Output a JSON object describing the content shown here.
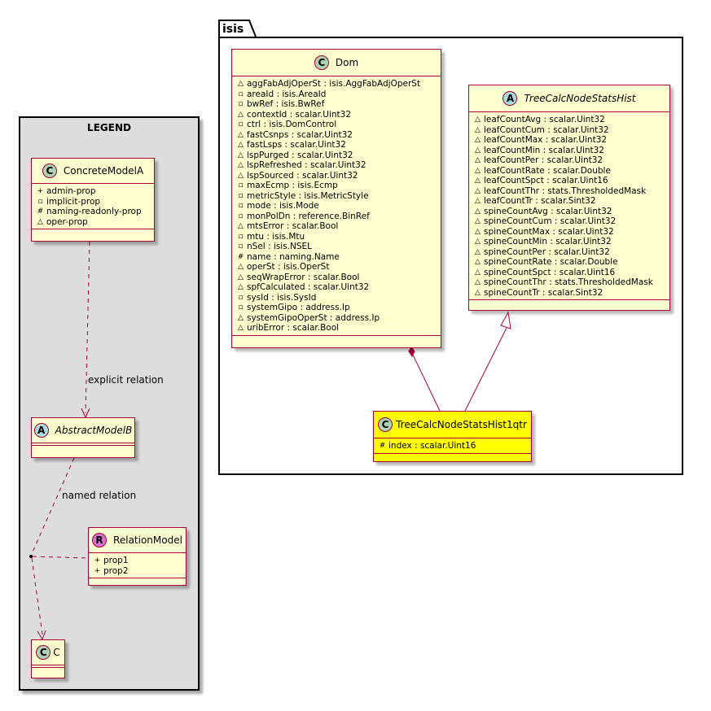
{
  "package": {
    "name": "isis"
  },
  "legend": {
    "title": "LEGEND",
    "concrete": {
      "name": "ConcreteModelA",
      "badge": "C",
      "attrs": [
        {
          "vis": "+",
          "text": "admin-prop"
        },
        {
          "vis": "▫",
          "text": "implicit-prop"
        },
        {
          "vis": "#",
          "text": "naming-readonly-prop"
        },
        {
          "vis": "△",
          "text": "oper-prop"
        }
      ]
    },
    "abstract": {
      "name": "AbstractModelB",
      "badge": "A"
    },
    "relation_model": {
      "name": "RelationModel",
      "badge": "R",
      "attrs": [
        {
          "vis": "+",
          "text": "prop1"
        },
        {
          "vis": "+",
          "text": "prop2"
        }
      ]
    },
    "c": {
      "name": "C",
      "badge": "C"
    },
    "explicit_label": "explicit relation",
    "named_label": "named relation"
  },
  "dom": {
    "name": "Dom",
    "badge": "C",
    "attrs": [
      {
        "vis": "△",
        "text": "aggFabAdjOperSt : isis.AggFabAdjOperSt"
      },
      {
        "vis": "▫",
        "text": "areaId : isis.AreaId"
      },
      {
        "vis": "▫",
        "text": "bwRef : isis.BwRef"
      },
      {
        "vis": "△",
        "text": "contextId : scalar.Uint32"
      },
      {
        "vis": "▫",
        "text": "ctrl : isis.DomControl"
      },
      {
        "vis": "△",
        "text": "fastCsnps : scalar.Uint32"
      },
      {
        "vis": "△",
        "text": "fastLsps : scalar.Uint32"
      },
      {
        "vis": "△",
        "text": "lspPurged : scalar.Uint32"
      },
      {
        "vis": "△",
        "text": "lspRefreshed : scalar.Uint32"
      },
      {
        "vis": "△",
        "text": "lspSourced : scalar.Uint32"
      },
      {
        "vis": "▫",
        "text": "maxEcmp : isis.Ecmp"
      },
      {
        "vis": "▫",
        "text": "metricStyle : isis.MetricStyle"
      },
      {
        "vis": "▫",
        "text": "mode : isis.Mode"
      },
      {
        "vis": "▫",
        "text": "monPolDn : reference.BinRef"
      },
      {
        "vis": "△",
        "text": "mtsError : scalar.Bool"
      },
      {
        "vis": "▫",
        "text": "mtu : isis.Mtu"
      },
      {
        "vis": "▫",
        "text": "nSel : isis.NSEL"
      },
      {
        "vis": "#",
        "text": "name : naming.Name"
      },
      {
        "vis": "△",
        "text": "operSt : isis.OperSt"
      },
      {
        "vis": "△",
        "text": "seqWrapError : scalar.Bool"
      },
      {
        "vis": "△",
        "text": "spfCalculated : scalar.Uint32"
      },
      {
        "vis": "▫",
        "text": "sysId : isis.SysId"
      },
      {
        "vis": "▫",
        "text": "systemGipo : address.Ip"
      },
      {
        "vis": "△",
        "text": "systemGipoOperSt : address.Ip"
      },
      {
        "vis": "△",
        "text": "uribError : scalar.Bool"
      }
    ]
  },
  "hist": {
    "name": "TreeCalcNodeStatsHist",
    "badge": "A",
    "attrs": [
      {
        "vis": "△",
        "text": "leafCountAvg : scalar.Uint32"
      },
      {
        "vis": "△",
        "text": "leafCountCum : scalar.Uint32"
      },
      {
        "vis": "△",
        "text": "leafCountMax : scalar.Uint32"
      },
      {
        "vis": "△",
        "text": "leafCountMin : scalar.Uint32"
      },
      {
        "vis": "△",
        "text": "leafCountPer : scalar.Uint32"
      },
      {
        "vis": "△",
        "text": "leafCountRate : scalar.Double"
      },
      {
        "vis": "△",
        "text": "leafCountSpct : scalar.Uint16"
      },
      {
        "vis": "△",
        "text": "leafCountThr : stats.ThresholdedMask"
      },
      {
        "vis": "△",
        "text": "leafCountTr : scalar.Sint32"
      },
      {
        "vis": "△",
        "text": "spineCountAvg : scalar.Uint32"
      },
      {
        "vis": "△",
        "text": "spineCountCum : scalar.Uint32"
      },
      {
        "vis": "△",
        "text": "spineCountMax : scalar.Uint32"
      },
      {
        "vis": "△",
        "text": "spineCountMin : scalar.Uint32"
      },
      {
        "vis": "△",
        "text": "spineCountPer : scalar.Uint32"
      },
      {
        "vis": "△",
        "text": "spineCountRate : scalar.Double"
      },
      {
        "vis": "△",
        "text": "spineCountSpct : scalar.Uint16"
      },
      {
        "vis": "△",
        "text": "spineCountThr : stats.ThresholdedMask"
      },
      {
        "vis": "△",
        "text": "spineCountTr : scalar.Sint32"
      }
    ]
  },
  "qtr": {
    "name": "TreeCalcNodeStatsHist1qtr",
    "badge": "C",
    "attrs": [
      {
        "vis": "#",
        "text": "index : scalar.Uint16"
      }
    ]
  },
  "colors": {
    "class_fill": "#fefece",
    "border": "#a80036",
    "highlight": "#ffff00",
    "legend_bg": "#dddddd"
  }
}
